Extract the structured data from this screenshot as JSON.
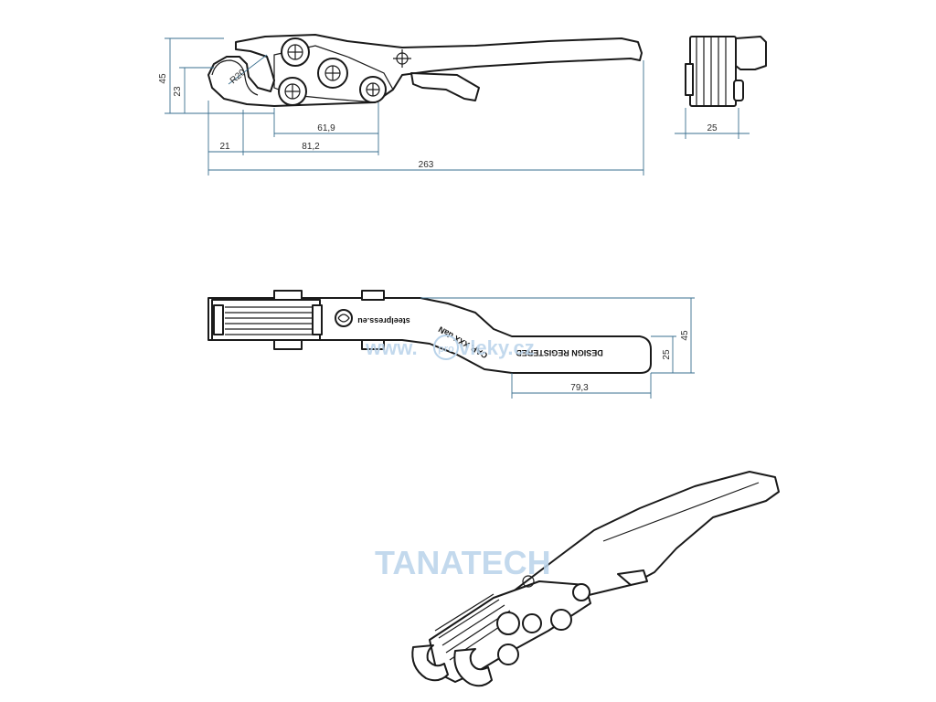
{
  "dimensions": {
    "height_total": "45",
    "height_jaw": "23",
    "radius": "R20",
    "pin_spacing": "61,9",
    "offset": "21",
    "pin_distance": "81,2",
    "overall_length": "263",
    "side_width": "25",
    "handle_width": "25",
    "handle_height": "45",
    "handle_length": "79,3"
  },
  "engravings": {
    "website": "steelpress.eu",
    "capacity": "CAP. XXX daN",
    "design": "DESIGN REGISTERED"
  },
  "watermarks": {
    "url": "www.",
    "url_circle": "pro",
    "url_rest": "vleky.cz",
    "brand": "TANATECH"
  },
  "colors": {
    "outline": "#1a1a1a",
    "dimension_line": "#3a6f8f",
    "watermark": "#b9d3ea"
  }
}
